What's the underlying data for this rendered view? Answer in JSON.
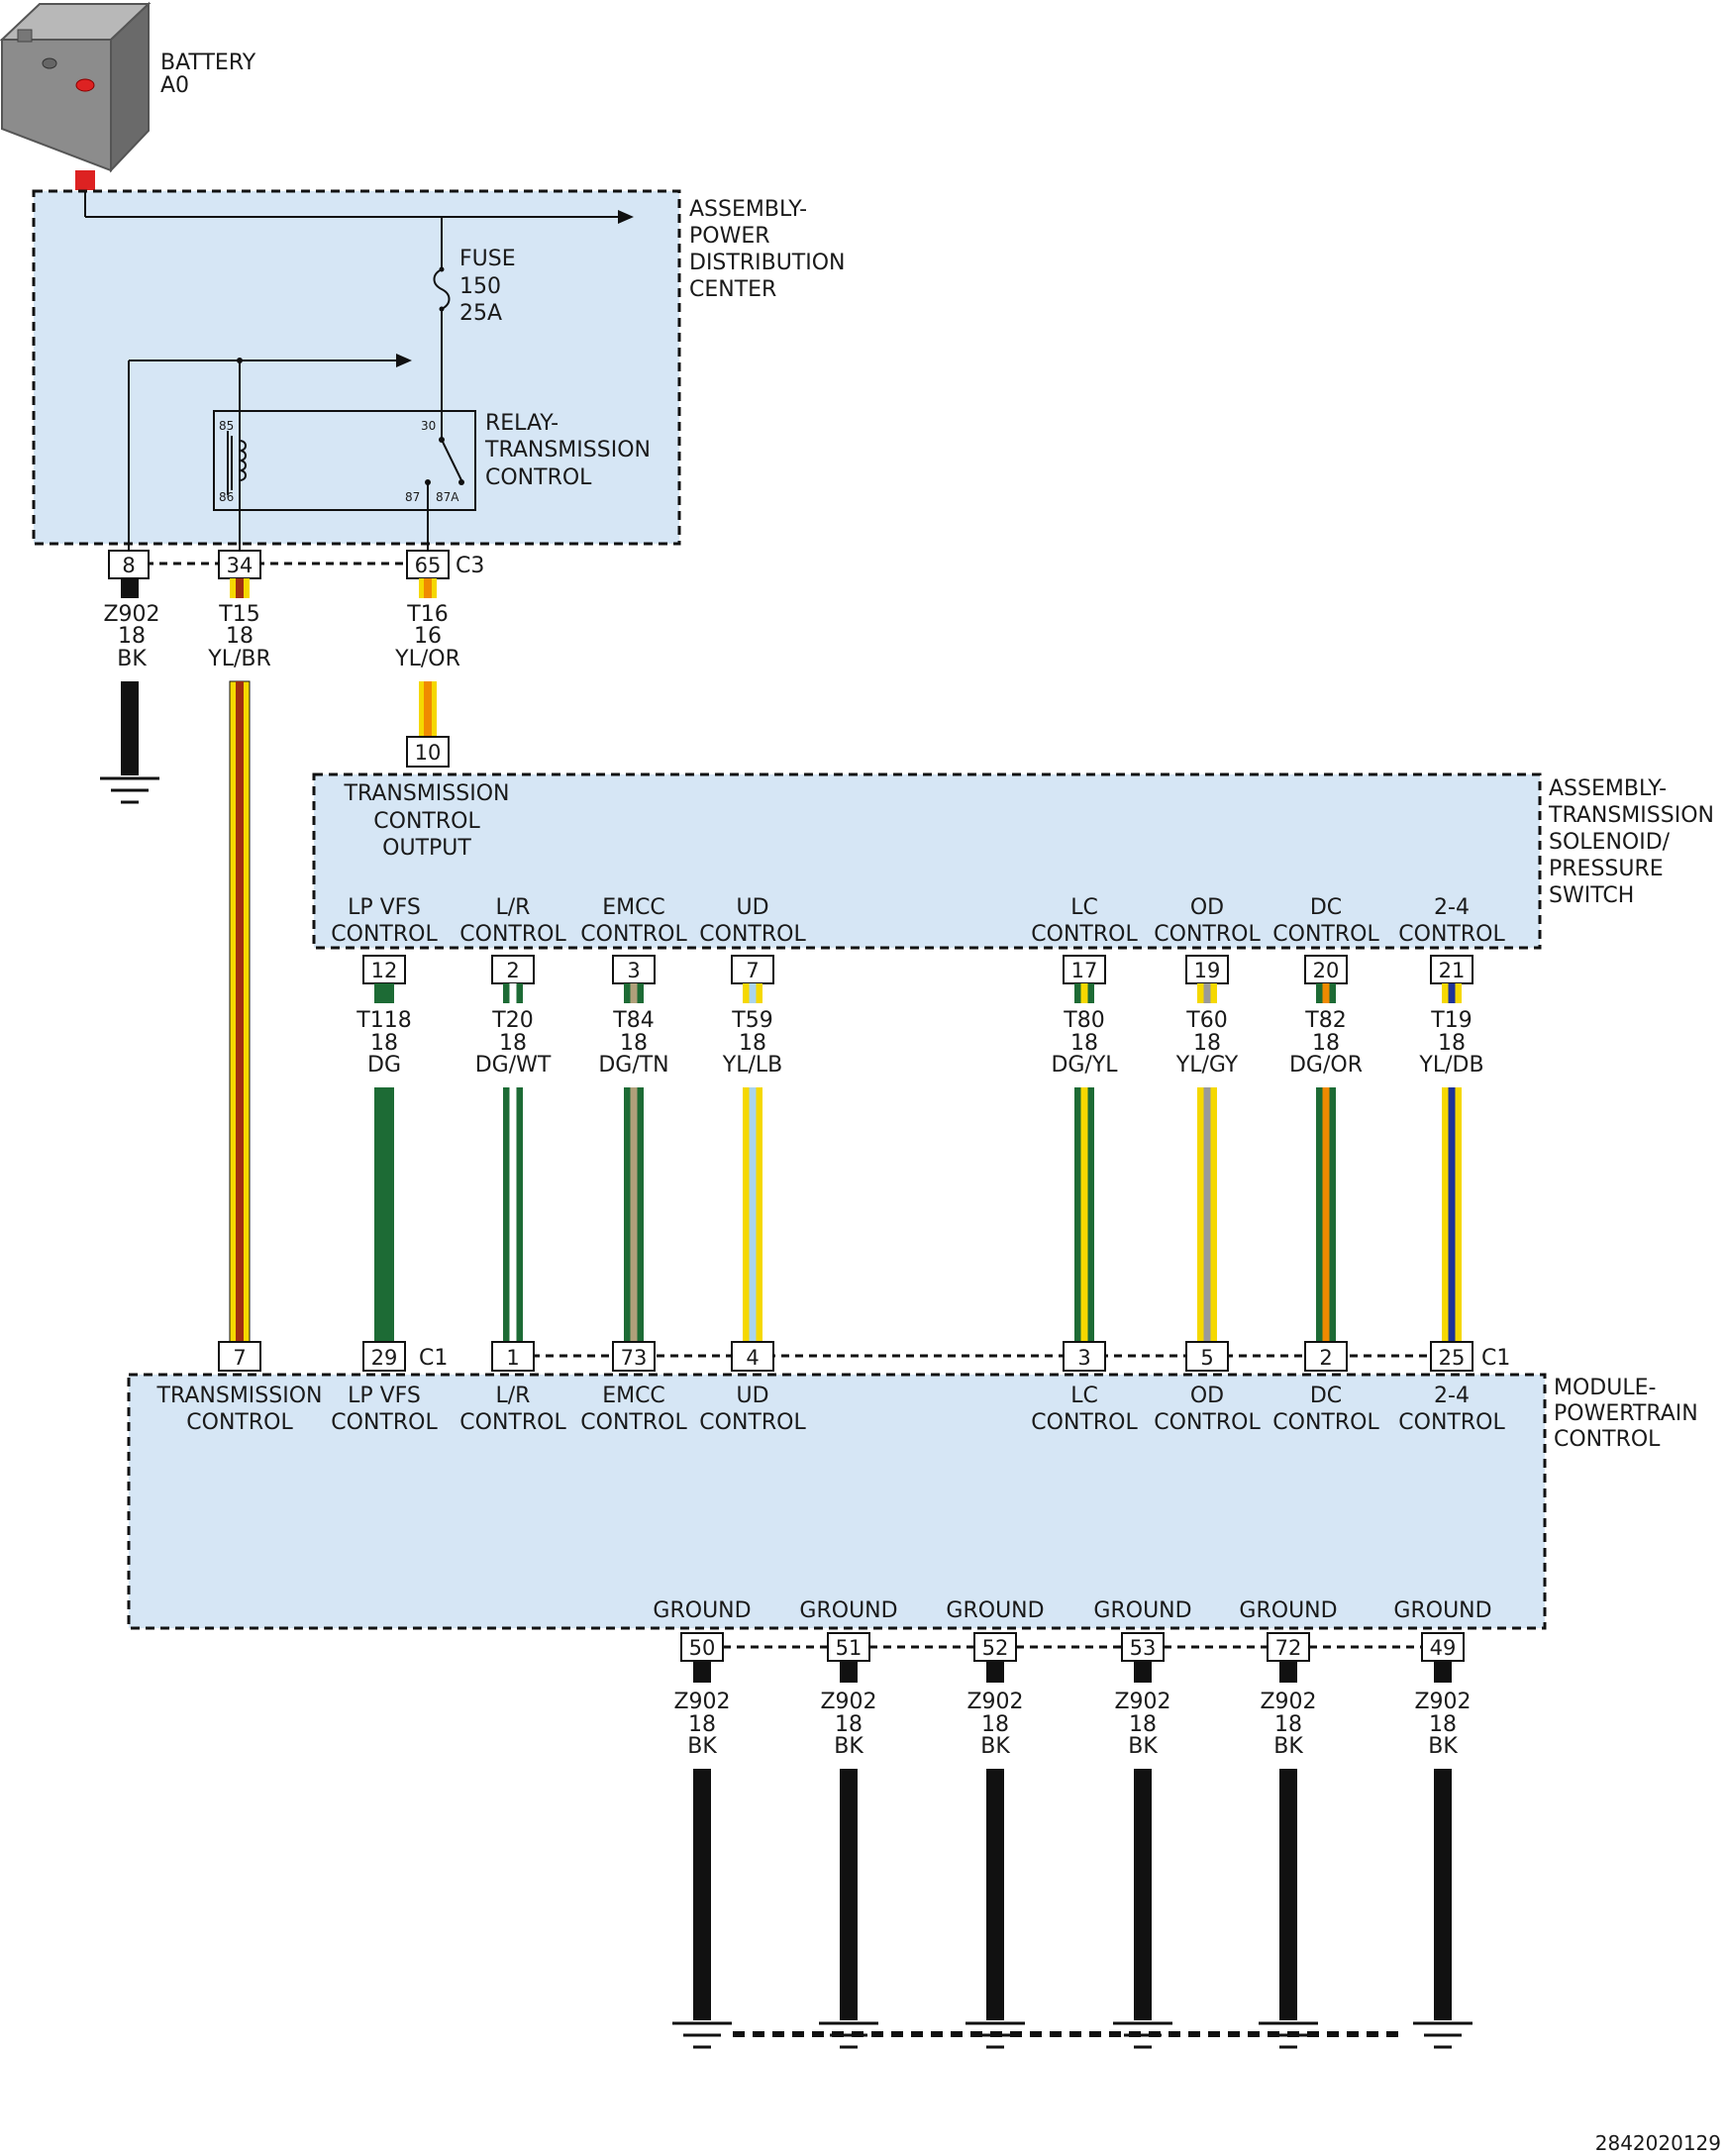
{
  "colors": {
    "box_fill": "#d6e6f5",
    "BK": "#111111",
    "YL": "#f5d800",
    "BR": "#a03010",
    "OR": "#f08a00",
    "DG": "#1d6b35",
    "WT": "#ffffff",
    "TN": "#b0a07a",
    "LB": "#a9d4ee",
    "GY": "#9a9a9a",
    "DB": "#1e3399",
    "battery_terminal": "#dd2222"
  },
  "battery": {
    "label1": "BATTERY",
    "label2": "A0"
  },
  "pdc": {
    "label": [
      "ASSEMBLY-",
      "POWER",
      "DISTRIBUTION",
      "CENTER"
    ]
  },
  "fuse": {
    "label": [
      "FUSE",
      "150",
      "25A"
    ]
  },
  "relay": {
    "label": [
      "RELAY-",
      "TRANSMISSION",
      "CONTROL"
    ],
    "pins": [
      "85",
      "86",
      "30",
      "87",
      "87A"
    ]
  },
  "c3": {
    "connector": "C3",
    "pins": [
      {
        "pin": "8",
        "circuit": "Z902",
        "gauge": "18",
        "color": "BK"
      },
      {
        "pin": "34",
        "circuit": "T15",
        "gauge": "18",
        "color": "YL/BR"
      },
      {
        "pin": "65",
        "circuit": "T16",
        "gauge": "16",
        "color": "YL/OR"
      }
    ]
  },
  "solenoid": {
    "label": [
      "ASSEMBLY-",
      "TRANSMISSION",
      "SOLENOID/",
      "PRESSURE",
      "SWITCH"
    ],
    "output_pin": "10",
    "output_label": [
      "TRANSMISSION",
      "CONTROL",
      "OUTPUT"
    ]
  },
  "circuits": [
    {
      "name": "LP VFS",
      "sub": "CONTROL",
      "sol_pin": "12",
      "circuit": "T118",
      "gauge": "18",
      "color": "DG",
      "pcm_pin": "29"
    },
    {
      "name": "L/R",
      "sub": "CONTROL",
      "sol_pin": "2",
      "circuit": "T20",
      "gauge": "18",
      "color": "DG/WT",
      "pcm_pin": "1"
    },
    {
      "name": "EMCC",
      "sub": "CONTROL",
      "sol_pin": "3",
      "circuit": "T84",
      "gauge": "18",
      "color": "DG/TN",
      "pcm_pin": "73"
    },
    {
      "name": "UD",
      "sub": "CONTROL",
      "sol_pin": "7",
      "circuit": "T59",
      "gauge": "18",
      "color": "YL/LB",
      "pcm_pin": "4"
    },
    {
      "name": "LC",
      "sub": "CONTROL",
      "sol_pin": "17",
      "circuit": "T80",
      "gauge": "18",
      "color": "DG/YL",
      "pcm_pin": "3"
    },
    {
      "name": "OD",
      "sub": "CONTROL",
      "sol_pin": "19",
      "circuit": "T60",
      "gauge": "18",
      "color": "YL/GY",
      "pcm_pin": "5"
    },
    {
      "name": "DC",
      "sub": "CONTROL",
      "sol_pin": "20",
      "circuit": "T82",
      "gauge": "18",
      "color": "DG/OR",
      "pcm_pin": "2"
    },
    {
      "name": "2-4",
      "sub": "CONTROL",
      "sol_pin": "21",
      "circuit": "T19",
      "gauge": "18",
      "color": "YL/DB",
      "pcm_pin": "25"
    }
  ],
  "pcm": {
    "label": [
      "MODULE-",
      "POWERTRAIN",
      "CONTROL"
    ],
    "connector": "C1",
    "trans_pin": "7",
    "trans_label": [
      "TRANSMISSION",
      "CONTROL"
    ],
    "grounds": [
      {
        "label": "GROUND",
        "pin": "50",
        "circuit": "Z902",
        "gauge": "18",
        "color": "BK"
      },
      {
        "label": "GROUND",
        "pin": "51",
        "circuit": "Z902",
        "gauge": "18",
        "color": "BK"
      },
      {
        "label": "GROUND",
        "pin": "52",
        "circuit": "Z902",
        "gauge": "18",
        "color": "BK"
      },
      {
        "label": "GROUND",
        "pin": "53",
        "circuit": "Z902",
        "gauge": "18",
        "color": "BK"
      },
      {
        "label": "GROUND",
        "pin": "72",
        "circuit": "Z902",
        "gauge": "18",
        "color": "BK"
      },
      {
        "label": "GROUND",
        "pin": "49",
        "circuit": "Z902",
        "gauge": "18",
        "color": "BK"
      }
    ]
  },
  "doc_id": "2842020129"
}
